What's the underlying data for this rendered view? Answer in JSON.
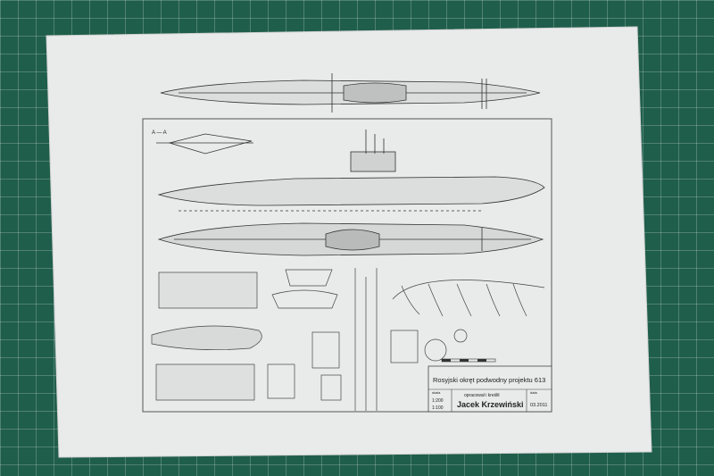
{
  "title_block": {
    "title": "Rosyjski okręt podwodny projektu 613",
    "designer_caption": "opracował i kreślił",
    "designer_name": "Jacek Krzewiński",
    "scale_caption": "skala",
    "scale_1": "1:200",
    "scale_2": "1:100",
    "date_caption": "data",
    "date": "03.2011"
  },
  "section_label": "A — A"
}
